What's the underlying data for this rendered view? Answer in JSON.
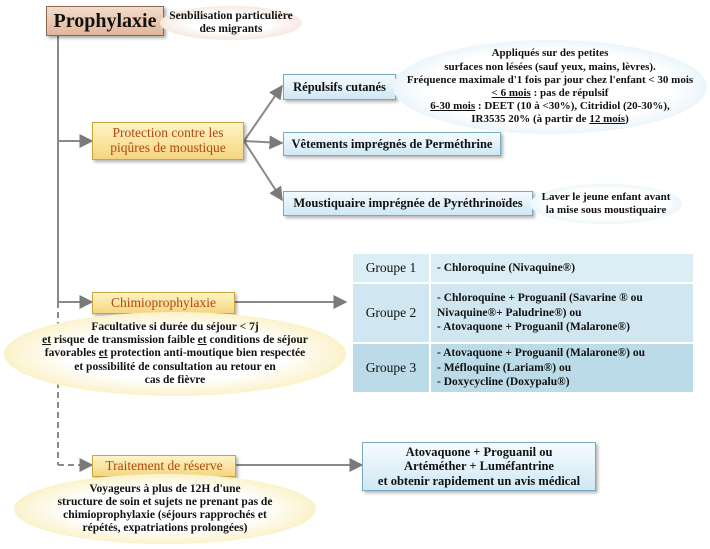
{
  "title": "Prophylaxie",
  "migrants_note": "Senbilisation particulière des migrants",
  "protection": {
    "label_l1": "Protection contre les",
    "label_l2": "piqûres de moustique",
    "repulsifs": "Répulsifs cutanés",
    "repulsifs_note": {
      "l1": "Appliqués sur des petites",
      "l2": "surfaces non lésées (sauf yeux, mains, lèvres).",
      "l3": "Fréquence maximale d'1 fois par jour chez l'enfant < 30 mois",
      "l4a": "< 6 mois",
      "l4b": " : pas de répulsif",
      "l5a": "6-30 mois",
      "l5b": " : DEET (10 à <30%), Citridiol (20-30%),",
      "l6a": "IR3535 20% (à partir de ",
      "l6b": "12 mois",
      "l6c": ")"
    },
    "vetements": "Vêtements imprégnés de Perméthrine",
    "moustiquaire": "Moustiquaire imprégnée de Pyréthrinoïdes",
    "moustiquaire_note_l1": "Laver le jeune enfant avant",
    "moustiquaire_note_l2": "la mise sous moustiquaire"
  },
  "chimio": {
    "label": "Chimioprophylaxie",
    "note": {
      "l1": "Facultative si durée du séjour < 7j",
      "l2a": "et",
      "l2b": " risque de transmission faible ",
      "l2c": "et",
      "l2d": " conditions de séjour",
      "l3a": "favorables ",
      "l3b": "et",
      "l3c": " protection anti-moutique bien respectée",
      "l4": "et possibilité de consultation au retour en",
      "l5": "cas de fièvre"
    },
    "groups": [
      {
        "name": "Groupe 1",
        "lines": [
          "- Chloroquine (Nivaquine®)"
        ]
      },
      {
        "name": "Groupe 2",
        "lines": [
          "- Chloroquine + Proguanil (Savarine ® ou",
          "Nivaquine®+ Paludrine®) ou",
          "- Atovaquone + Proguanil (Malarone®)"
        ]
      },
      {
        "name": "Groupe 3",
        "lines": [
          "- Atovaquone + Proguanil (Malarone®) ou",
          "- Méfloquine (Lariam®) ou",
          "- Doxycycline (Doxypalu®)"
        ]
      }
    ]
  },
  "reserve": {
    "label": "Traitement de réserve",
    "note": {
      "l1": "Voyageurs à plus de 12H d'une",
      "l2": "structure de soin et sujets ne prenant pas de",
      "l3": "chimioprophylaxie (séjours rapprochés et",
      "l4": "répétés, expatriations prolongées)"
    },
    "treatment_l1": "Atovaquone + Proguanil ou",
    "treatment_l2": "Artéméther + Luméfantrine",
    "treatment_l3": "et obtenir rapidement un  avis médical"
  }
}
